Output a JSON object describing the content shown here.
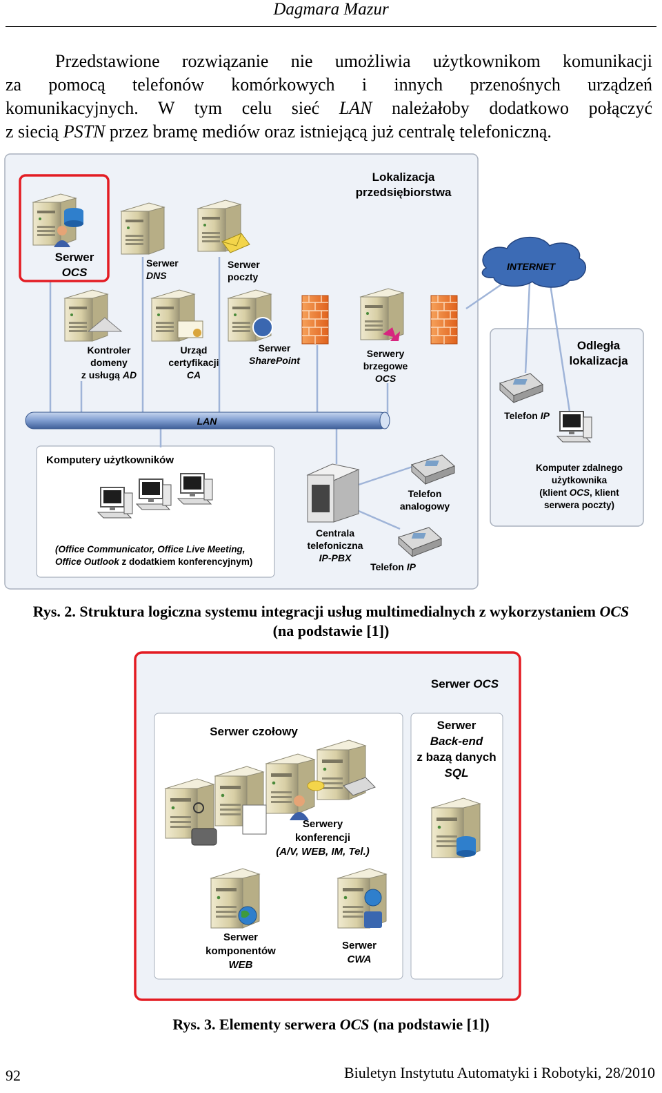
{
  "header": {
    "author": "Dagmara Mazur"
  },
  "paragraph": {
    "line1": "Przedstawione rozwiązanie nie umożliwia użytkownikom komunikacji",
    "line2": "za pomocą telefonów komórkowych i innych przenośnych urządzeń",
    "line3a": "komunikacyjnych. W tym celu sieć ",
    "line3_lan": "LAN",
    "line3b": " należałoby dodatkowo połączyć",
    "line4a": "z siecią ",
    "line4_pstn": "PSTN",
    "line4b": " przez bramę mediów oraz istniejącą już centralę telefoniczną."
  },
  "figure2": {
    "site_title_1": "Lokalizacja",
    "site_title_2": "przedsiębiorstwa",
    "ocs_1": "Serwer",
    "ocs_2": "OCS",
    "dns_1": "Serwer",
    "dns_2": "DNS",
    "mail_1": "Serwer",
    "mail_2": "poczty",
    "internet": "INTERNET",
    "ad_1": "Kontroler",
    "ad_2": "domeny",
    "ad_3": "z usługą ",
    "ad_3i": "AD",
    "ca_1": "Urząd",
    "ca_2": "certyfikacji",
    "ca_3": "CA",
    "sp_1": "Serwer",
    "sp_2": "SharePoint",
    "edge_1": "Serwery",
    "edge_2": "brzegowe",
    "edge_3": "OCS",
    "remote_1": "Odległa",
    "remote_2": "lokalizacja",
    "lan": "LAN",
    "ipphone_remote_1": "Telefon ",
    "ipphone_remote_2": "IP",
    "users": "Komputery użytkowników",
    "users_note_1": "(Office Communicator, Office Live Meeting,",
    "users_note_2": "Office Outlook",
    "users_note_3": " z dodatkiem konferencyjnym)",
    "analog_1": "Telefon",
    "analog_2": "analogowy",
    "pbx_1": "Centrala",
    "pbx_2": "telefoniczna",
    "pbx_3": "IP-PBX",
    "ipphone_1": "Telefon ",
    "ipphone_2": "IP",
    "remote_pc_1": "Komputer zdalnego",
    "remote_pc_2": "użytkownika",
    "remote_pc_3a": "(klient ",
    "remote_pc_3b": "OCS",
    "remote_pc_3c": ", klient",
    "remote_pc_4": "serwera poczty)"
  },
  "caption2": {
    "a": "Rys. 2. Struktura logiczna systemu integracji usług multimedialnych z wykorzystaniem ",
    "b": "OCS",
    "c": "(na podstawie [1])"
  },
  "figure3": {
    "title_1": "Serwer ",
    "title_2": "OCS",
    "front": "Serwer czołowy",
    "back_1": "Serwer",
    "back_2": "Back-end",
    "back_3": "z bazą danych",
    "back_4": "SQL",
    "conf_1": "Serwery",
    "conf_2": "konferencji",
    "conf_3": "(A/V, WEB, IM, Tel.)",
    "web_1": "Serwer",
    "web_2": "komponentów",
    "web_3": "WEB",
    "cwa_1": "Serwer",
    "cwa_2": "CWA"
  },
  "caption3": {
    "a": "Rys. 3. Elementy serwera ",
    "b": "OCS",
    "c": " (na podstawie [1])"
  },
  "footer": {
    "page": "92",
    "journal": "Biuletyn Instytutu Automatyki i Robotyki, 28/2010"
  }
}
